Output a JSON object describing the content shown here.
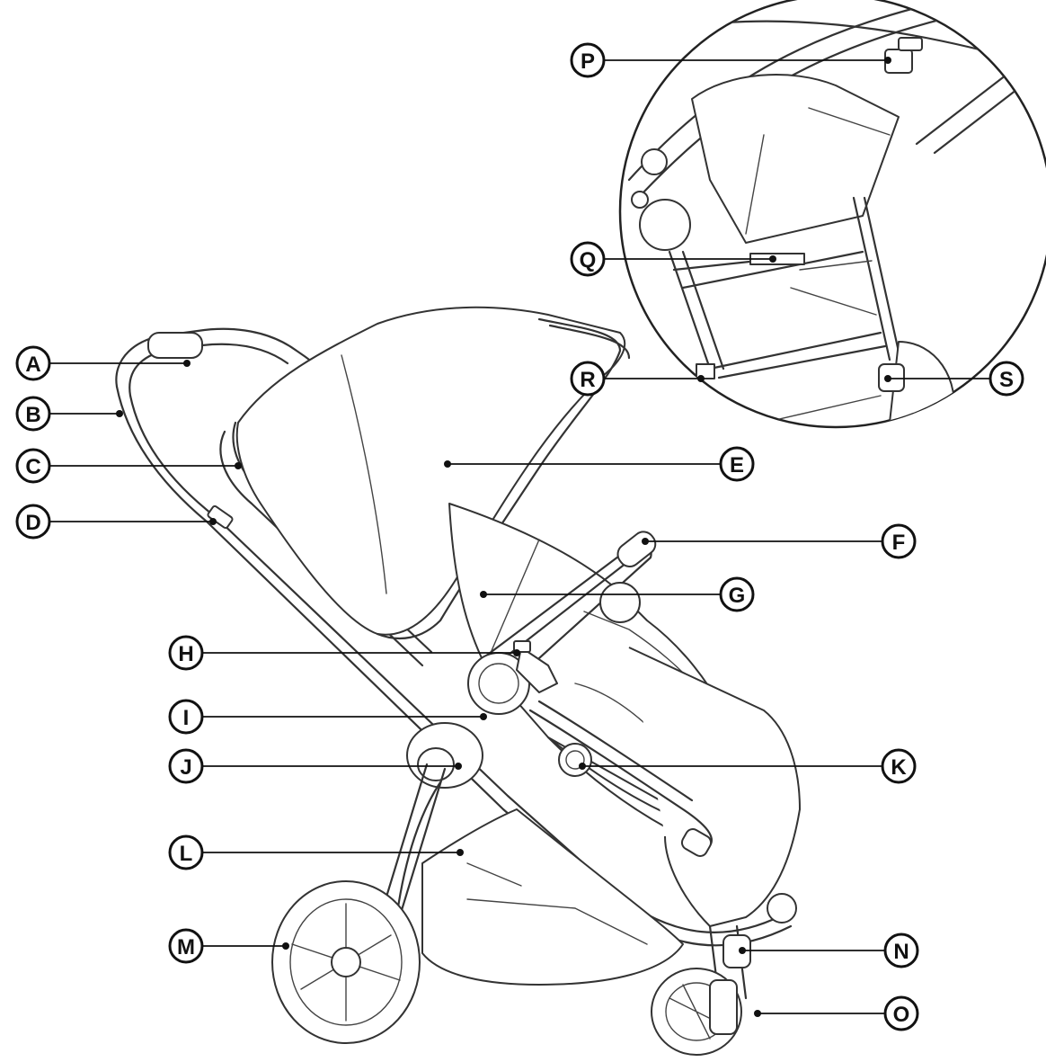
{
  "diagram": {
    "labels": [
      "A",
      "B",
      "C",
      "D",
      "E",
      "F",
      "G",
      "H",
      "I",
      "J",
      "K",
      "L",
      "M",
      "N",
      "O",
      "P",
      "Q",
      "R",
      "S"
    ]
  }
}
